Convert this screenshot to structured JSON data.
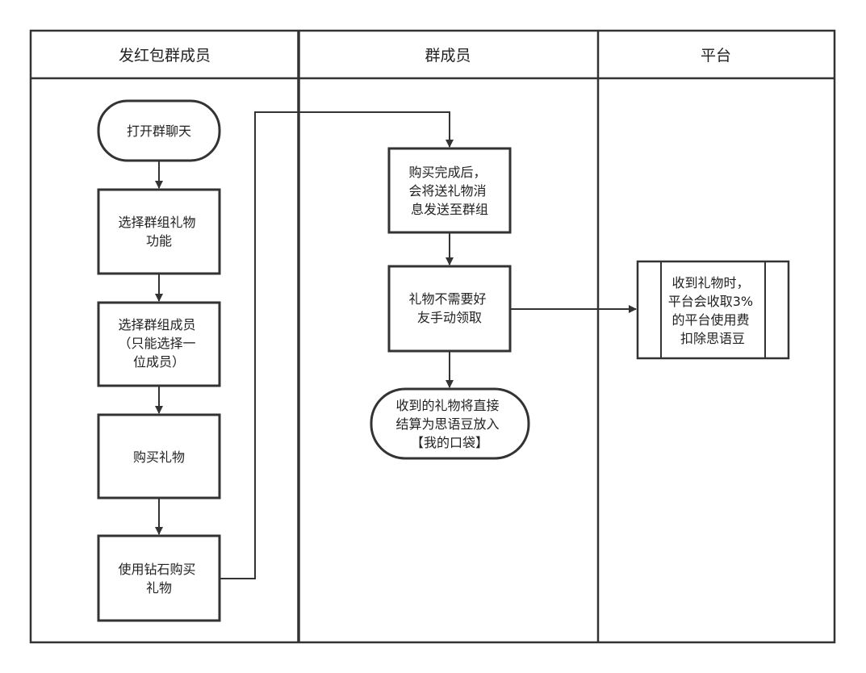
{
  "lanes": [
    {
      "title": "发红包群成员"
    },
    {
      "title": "群成员"
    },
    {
      "title": "平台"
    }
  ],
  "nodes": {
    "open_chat": {
      "shape": "terminator",
      "lines": [
        "打开群聊天"
      ]
    },
    "select_gift": {
      "shape": "process",
      "lines": [
        "选择群组礼物",
        "功能"
      ]
    },
    "select_member": {
      "shape": "process",
      "lines": [
        "选择群组成员",
        "（只能选择一",
        "位成员）"
      ]
    },
    "buy_gift": {
      "shape": "process",
      "lines": [
        "购买礼物"
      ]
    },
    "pay_diamond": {
      "shape": "process",
      "lines": [
        "使用钻石购买",
        "礼物"
      ]
    },
    "after_buy": {
      "shape": "process",
      "lines": [
        "购买完成后，",
        "会将送礼物消",
        "息发送至群组"
      ]
    },
    "no_claim": {
      "shape": "process",
      "lines": [
        "礼物不需要好",
        "友手动领取"
      ]
    },
    "to_pocket": {
      "shape": "terminator",
      "lines": [
        "收到的礼物将直接",
        "结算为思语豆放入",
        "【我的口袋】"
      ]
    },
    "platform_fee": {
      "shape": "subprocess",
      "lines": [
        "收到礼物时，",
        "平台会收取3%",
        "的平台使用费",
        "扣除思语豆"
      ]
    }
  },
  "colors": {
    "stroke": "#333333",
    "text": "#222222",
    "background": "#ffffff"
  }
}
